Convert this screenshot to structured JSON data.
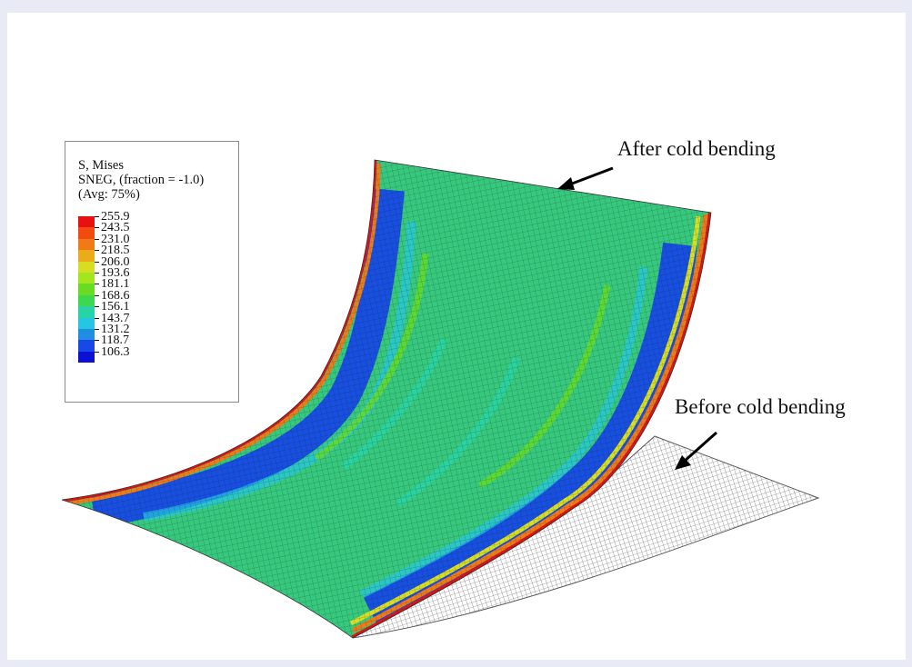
{
  "legend": {
    "title_line1": "S, Mises",
    "title_line2": "SNEG, (fraction = -1.0)",
    "title_line3": "(Avg: 75%)",
    "ticks": [
      "255.9",
      "243.5",
      "231.0",
      "218.5",
      "206.0",
      "193.6",
      "181.1",
      "168.6",
      "156.1",
      "143.7",
      "131.2",
      "118.7",
      "106.3"
    ],
    "colors": [
      "#e8110f",
      "#f24a10",
      "#f07a16",
      "#ecac1a",
      "#d7dd23",
      "#a3e51f",
      "#67dc22",
      "#3ed850",
      "#27d4a8",
      "#25c6e2",
      "#1f8de0",
      "#1649e6",
      "#0b10d2"
    ]
  },
  "annotations": {
    "after": "After cold bending",
    "before": "Before cold bending"
  },
  "colors": {
    "shell_green": "#36c97e",
    "mesh_line": "#1c1c1c",
    "flat_mesh": "#9a9a9a"
  }
}
